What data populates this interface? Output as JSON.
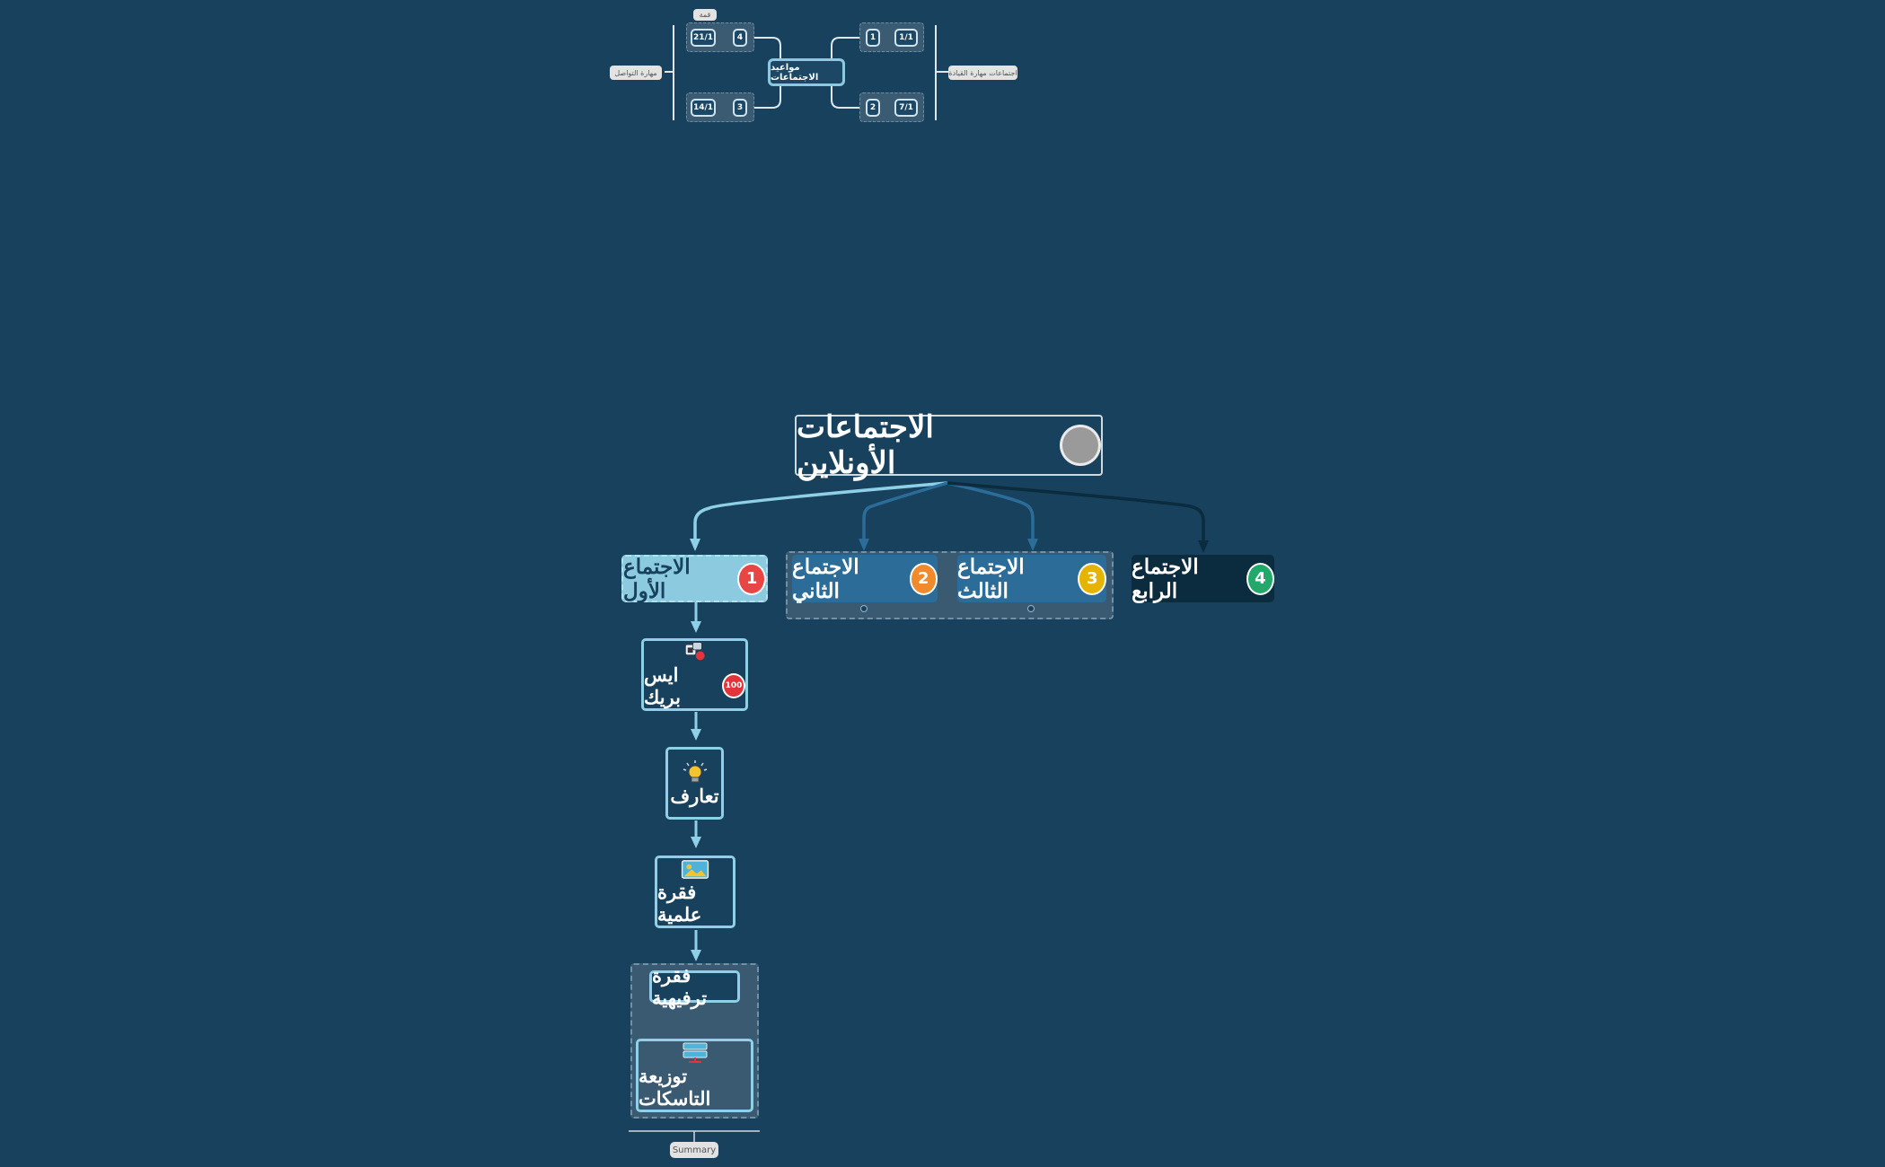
{
  "mini_map": {
    "center_label": "مواعيد الاجتماعات",
    "left_pill": "مهارة التواصل",
    "right_pill": "اجتماعات مهارة القيادة",
    "top_pill": "قمة",
    "left_top": {
      "date": "21/1",
      "num": "4"
    },
    "left_bottom": {
      "date": "14/1",
      "num": "3"
    },
    "right_top": {
      "num": "1",
      "date": "1/1"
    },
    "right_bottom": {
      "num": "2",
      "date": "7/1"
    }
  },
  "central": {
    "title": "الاجتماعات الأونلاين"
  },
  "branches": [
    {
      "num": "1",
      "label": "الاجتماع الأول",
      "color": "#e84545"
    },
    {
      "num": "2",
      "label": "الاجتماع الثاني",
      "color": "#f08a2c"
    },
    {
      "num": "3",
      "label": "الاجتماع الثالث",
      "color": "#e6b400"
    },
    {
      "num": "4",
      "label": "الاجتماع الرابع",
      "color": "#22a86b"
    }
  ],
  "subtopics": {
    "ice_break": "ايس بريك",
    "acquaintance": "تعارف",
    "scientific": "فقرة علمية",
    "entertainment": "فقرة ترفيهية",
    "tasks": "توزيعة التاسكات",
    "badge_100": "100"
  },
  "summary_label": "Summary",
  "colors": {
    "background": "#17415c",
    "branch1": "#8ccae0",
    "branch2": "#2c6c98",
    "branch4": "#0b2b3f",
    "line": "#8fd0e8"
  }
}
